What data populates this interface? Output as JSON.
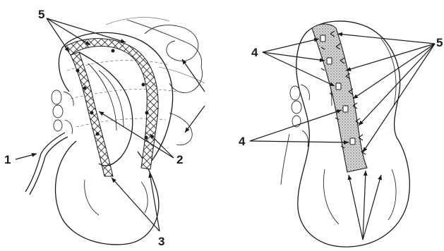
{
  "figure": {
    "labels": {
      "left_5": "5",
      "left_1": "1",
      "left_2": "2",
      "left_3": "3",
      "right_4_top": "4",
      "right_4_bottom": "4",
      "right_5": "5"
    },
    "colors": {
      "ink": "#1a1a1a",
      "mesh": "#e6e6e6"
    }
  }
}
